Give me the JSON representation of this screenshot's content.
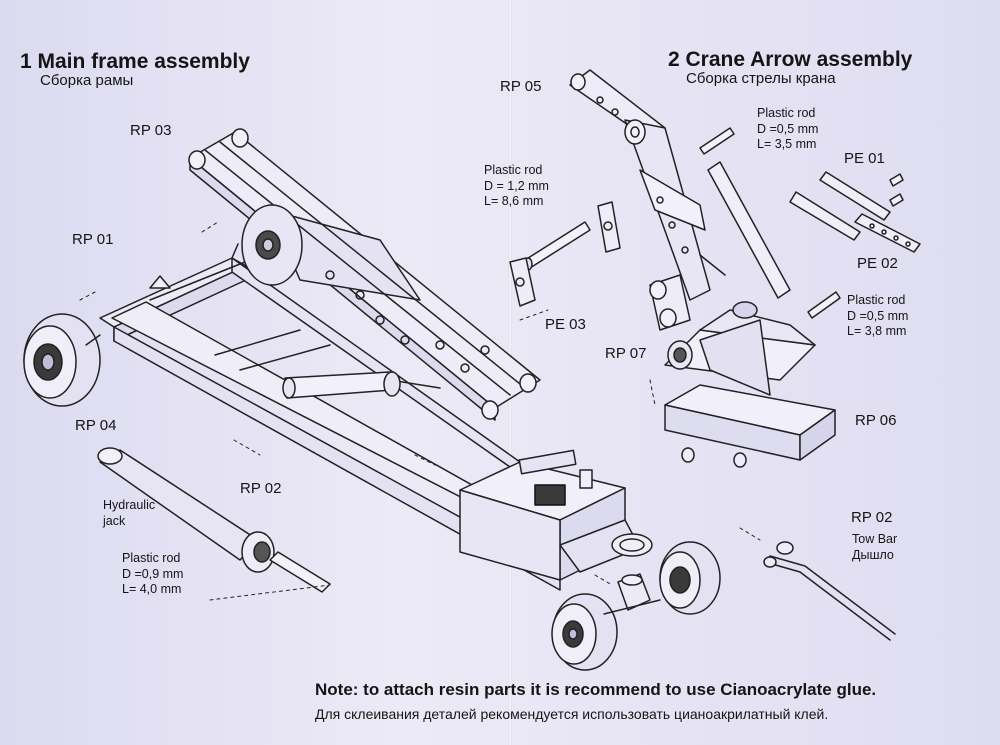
{
  "sections": {
    "main_frame": {
      "title": "1 Main frame assembly",
      "subtitle": "Сборка рамы"
    },
    "crane_arrow": {
      "title": "2 Crane Arrow assembly",
      "subtitle": "Сборка стрелы крана"
    }
  },
  "labels": {
    "rp03": "RP 03",
    "rp01": "RP 01",
    "rp04": "RP 04",
    "rp02_left": "RP 02",
    "rp05": "RP 05",
    "pe01": "PE 01",
    "pe02": "PE 02",
    "pe03": "PE 03",
    "rp07": "RP 07",
    "rp06": "RP 06",
    "rp02_right": "RP 02"
  },
  "hydraulic_jack": {
    "line1": "Hydraulic",
    "line2": "jack"
  },
  "tow_bar": {
    "en": "Tow Bar",
    "ru": "Дышло"
  },
  "rods": {
    "rod_left": {
      "title": "Plastic rod",
      "d": "D =0,9 mm",
      "l": "L= 4,0 mm"
    },
    "rod_center": {
      "title": "Plastic rod",
      "d": "D = 1,2 mm",
      "l": "L= 8,6 mm"
    },
    "rod_top_right": {
      "title": "Plastic rod",
      "d": "D =0,5 mm",
      "l": "L= 3,5 mm"
    },
    "rod_right": {
      "title": "Plastic rod",
      "d": "D =0,5 mm",
      "l": "L= 3,8 mm"
    }
  },
  "note": {
    "en": "Note: to attach resin parts it is recommend to use Cianoacrylate glue.",
    "ru": "Для склеивания деталей рекомендуется использовать цианоакрилатный клей."
  }
}
